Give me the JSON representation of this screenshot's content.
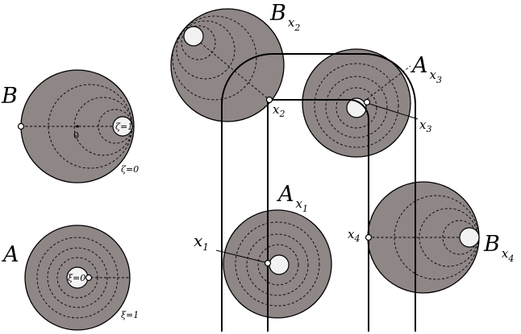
{
  "labels": {
    "B": {
      "main": "B",
      "origin": "0",
      "inner": "ζ=1",
      "outer": "ζ=0"
    },
    "A": {
      "main": "A",
      "inner": "ξ=0",
      "outer": "ξ=1"
    },
    "Bx2": {
      "main": "B",
      "sub": "x",
      "subsub": "2"
    },
    "Ax3": {
      "main": "A",
      "sub": "x",
      "subsub": "3"
    },
    "Ax1": {
      "main": "A",
      "sub": "x",
      "subsub": "1"
    },
    "Bx4": {
      "main": "B",
      "sub": "x",
      "subsub": "4"
    },
    "x1": {
      "main": "x",
      "sub": "1"
    },
    "x2": {
      "main": "x",
      "sub": "2"
    },
    "x3": {
      "main": "x",
      "sub": "3"
    },
    "x4": {
      "main": "x",
      "sub": "4"
    }
  },
  "colors": {
    "disk": "#8f8686",
    "hole": "#f2f2f2",
    "ink": "#000000"
  }
}
